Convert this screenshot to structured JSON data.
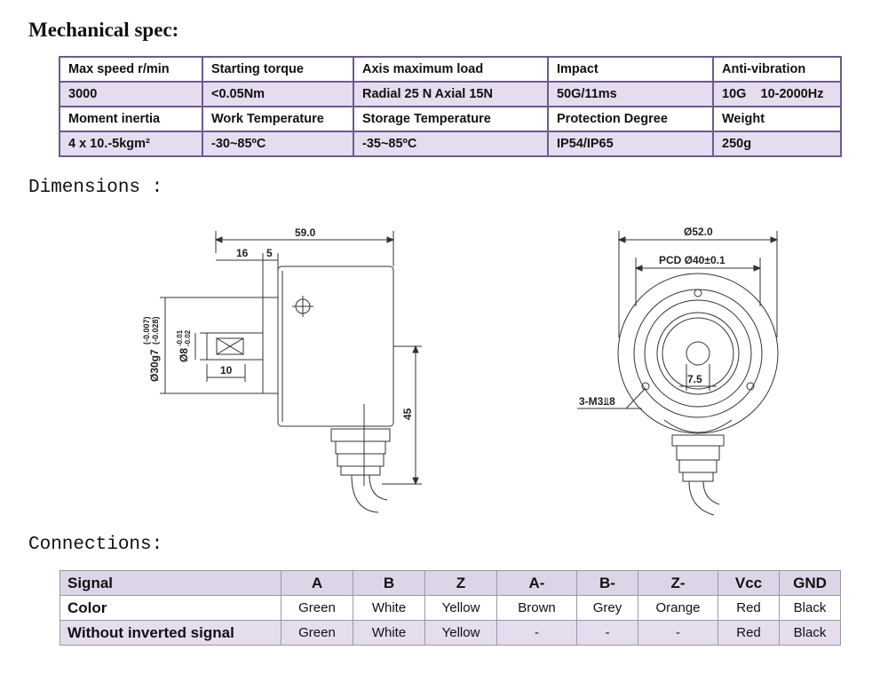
{
  "headings": {
    "mechanical": "Mechanical spec:",
    "dimensions": "Dimensions :",
    "connections": "Connections:"
  },
  "spec_table": [
    [
      "Max speed r/min",
      "Starting torque",
      "Axis maximum load",
      "Impact",
      "Anti-vibration"
    ],
    [
      "3000",
      "<0.05Nm",
      "Radial 25 N Axial 15N",
      "50G/11ms",
      "10G    10-2000Hz"
    ],
    [
      "Moment inertia",
      "Work Temperature",
      "Storage Temperature",
      "Protection Degree",
      "Weight"
    ],
    [
      "4 x 10.-5kgm²",
      "-30~85ºC",
      "-35~85ºC",
      "IP54/IP65",
      "250g"
    ]
  ],
  "drawing": {
    "overall_length": "59.0",
    "len16": "16",
    "len5": "5",
    "len10": "10",
    "height45": "45",
    "dia30": "Ø30g7",
    "dia30_tol_top": "(-0.007)",
    "dia30_tol_bot": "(-0.028)",
    "dia8": "Ø8",
    "dia8_tol_top": "-0.01",
    "dia8_tol_bot": "-0.02",
    "dia52": "Ø52.0",
    "pcd": "PCD Ø40±0.1",
    "hole75": "7.5",
    "m3": "3-M3⫫8"
  },
  "connections_table": {
    "header": [
      "Signal",
      "A",
      "B",
      "Z",
      "A-",
      "B-",
      "Z-",
      "Vcc",
      "GND"
    ],
    "rows": [
      [
        "Color",
        "Green",
        "White",
        "Yellow",
        "Brown",
        "Grey",
        "Orange",
        "Red",
        "Black"
      ],
      [
        "Without inverted signal",
        "Green",
        "White",
        "Yellow",
        "-",
        "-",
        "-",
        "Red",
        "Black"
      ]
    ]
  }
}
